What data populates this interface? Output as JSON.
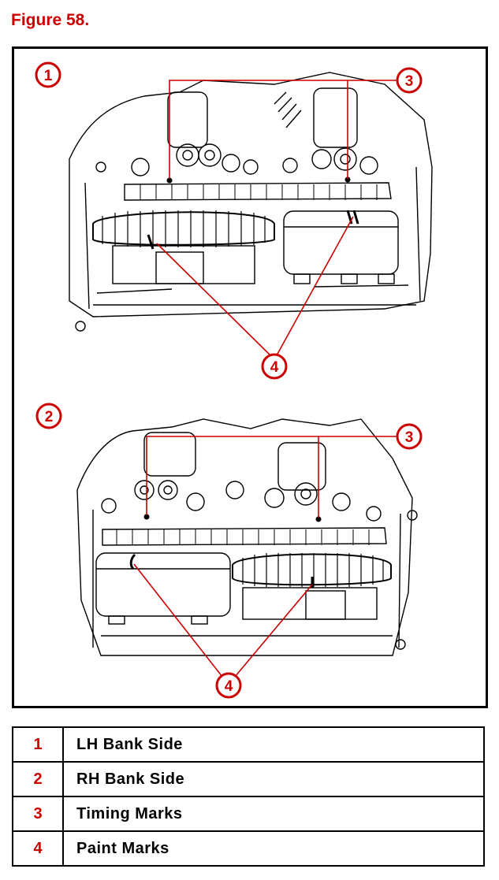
{
  "figure_title": "Figure 58.",
  "callouts": {
    "view1": "1",
    "view2": "2",
    "top_marks": "3",
    "top_paint": "4",
    "bottom_marks": "3",
    "bottom_paint": "4"
  },
  "legend": [
    {
      "num": "1",
      "text": "LH Bank Side"
    },
    {
      "num": "2",
      "text": "RH Bank Side"
    },
    {
      "num": "3",
      "text": "Timing Marks"
    },
    {
      "num": "4",
      "text": "Paint Marks"
    }
  ],
  "colors": {
    "accent": "#cc0000",
    "line": "#000000"
  }
}
